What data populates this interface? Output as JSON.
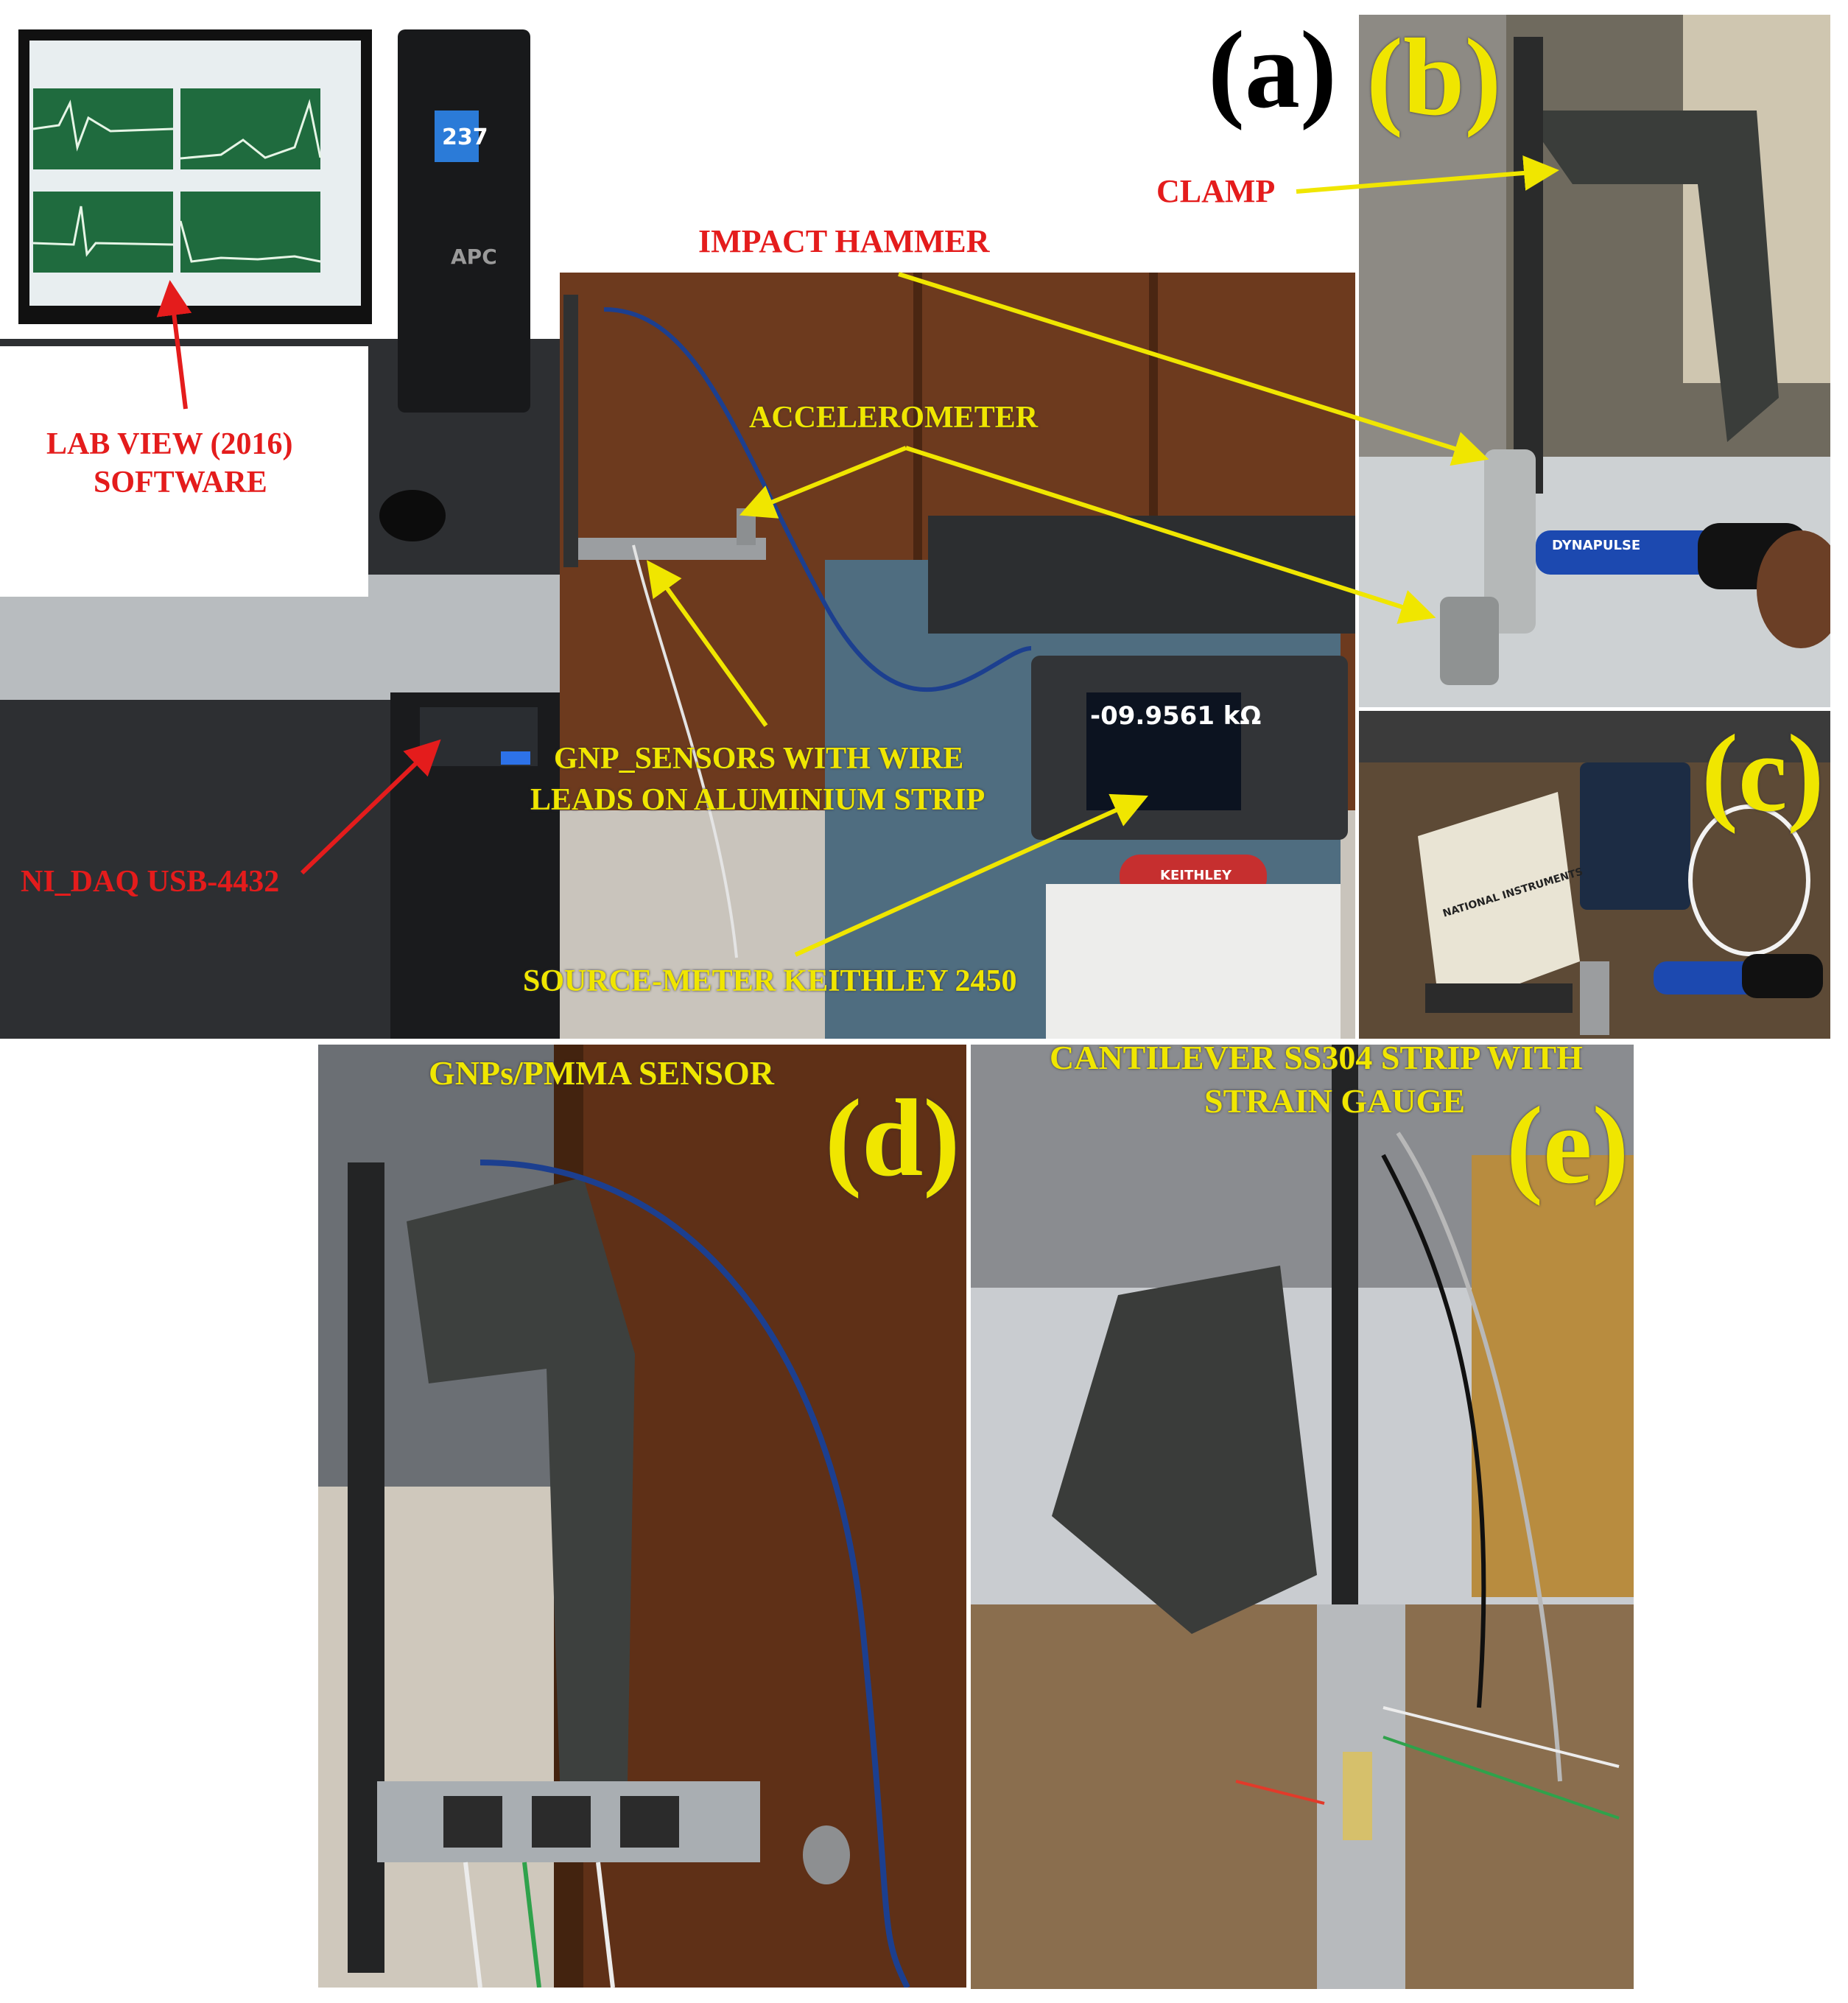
{
  "panels": {
    "a": "(a)",
    "b": "(b)",
    "c": "(c)",
    "d": "(d)",
    "e": "(e)"
  },
  "labels": {
    "labview_line1": "LAB   VIEW (2016)",
    "labview_line2": "SOFTWARE",
    "clamp": "CLAMP",
    "impact_hammer": "IMPACT HAMMER",
    "accelerometer": "ACCELEROMETER",
    "gnp_sensors_line1": "GNP_SENSORS WITH WIRE",
    "gnp_sensors_line2": "LEADS ON ALUMINIUM STRIP",
    "ni_daq": "NI_DAQ USB-4432",
    "source_meter": "SOURCE-METER  KEITHLEY 2450",
    "gnps_pmma": "GNPs/PMMA SENSOR",
    "cantilever_line1": "CANTILEVER SS304 STRIP WITH",
    "cantilever_line2": "STRAIN GAUGE"
  },
  "device_text": {
    "ups_display": "237",
    "ups_brand": "APC",
    "meter_reading": "-09.9561 kΩ",
    "meter_brand": "KEITHLEY",
    "hammer_brand": "DYNAPULSE",
    "daq_brand": "NATIONAL INSTRUMENTS"
  },
  "colors": {
    "red_label": "#e41c1c",
    "yellow_label": "#f0e600",
    "wood": "#6b3a1c",
    "steel": "#5a5a58",
    "plot_green": "#1f6b3e"
  }
}
